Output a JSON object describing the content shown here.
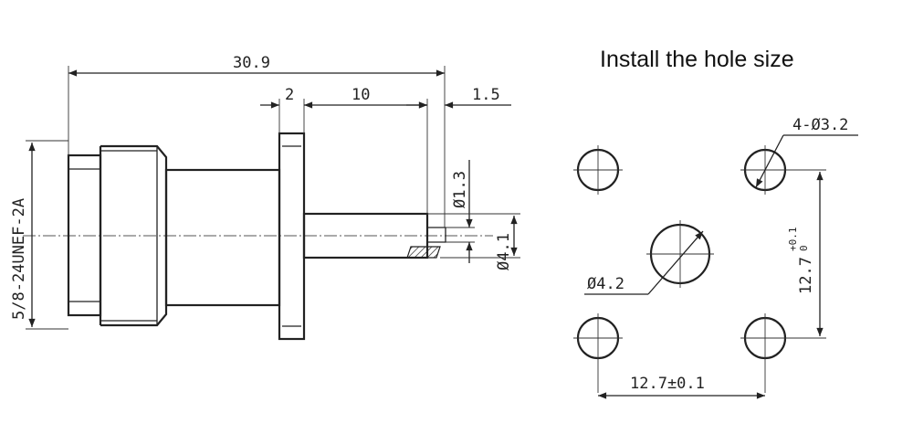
{
  "title": "Install the hole size",
  "dimensions": {
    "overall_length": "30.9",
    "flange_thickness": "2",
    "pin_length": "10",
    "tip_offset": "1.5",
    "pin_diameter": "Ø1.3",
    "insulator_diameter": "Ø4.1",
    "thread": "5/8-24UNEF-2A",
    "mount_holes": "4-Ø3.2",
    "center_hole": "Ø4.2",
    "hole_spacing_horizontal": "12.7±0.1",
    "hole_spacing_vertical_nominal": "12.7",
    "hole_spacing_vertical_tol_upper": "+0.1",
    "hole_spacing_vertical_tol_lower": "0"
  },
  "colors": {
    "ink": "#222222",
    "background": "#ffffff"
  }
}
